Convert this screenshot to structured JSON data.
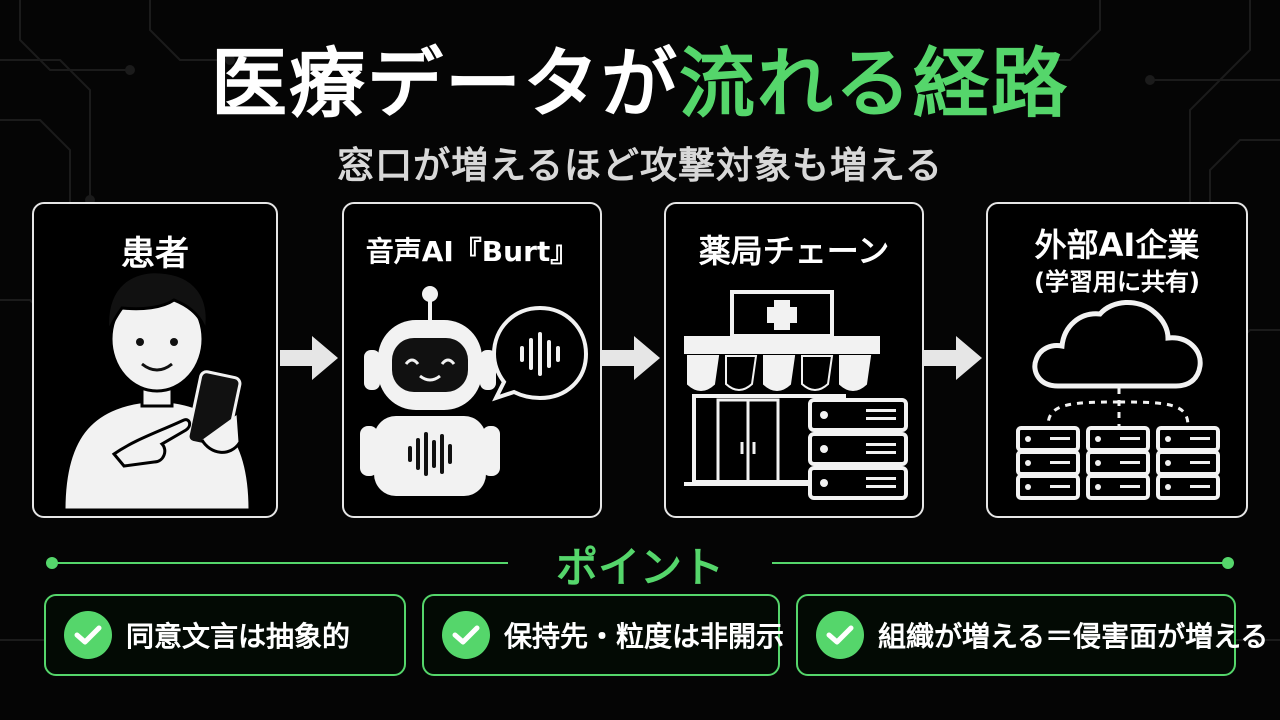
{
  "title": {
    "main": "医療データが",
    "accent": "流れる経路"
  },
  "subtitle": "窓口が増えるほど攻撃対象も増える",
  "colors": {
    "accent": "#55d66b",
    "background": "#050505",
    "border": "#e6e6e6"
  },
  "cards": [
    {
      "title": "患者",
      "icon": "patient-smartphone-icon"
    },
    {
      "title": "音声AI『Burt』",
      "icon": "voice-robot-icon"
    },
    {
      "title": "薬局チェーン",
      "icon": "pharmacy-store-icon"
    },
    {
      "title": "外部AI企業",
      "note": "(学習用に共有)",
      "icon": "cloud-server-icon"
    }
  ],
  "points": {
    "label": "ポイント",
    "items": [
      "同意文言は抽象的",
      "保持先・粒度は非開示",
      "組織が増える＝侵害面が増える"
    ]
  }
}
